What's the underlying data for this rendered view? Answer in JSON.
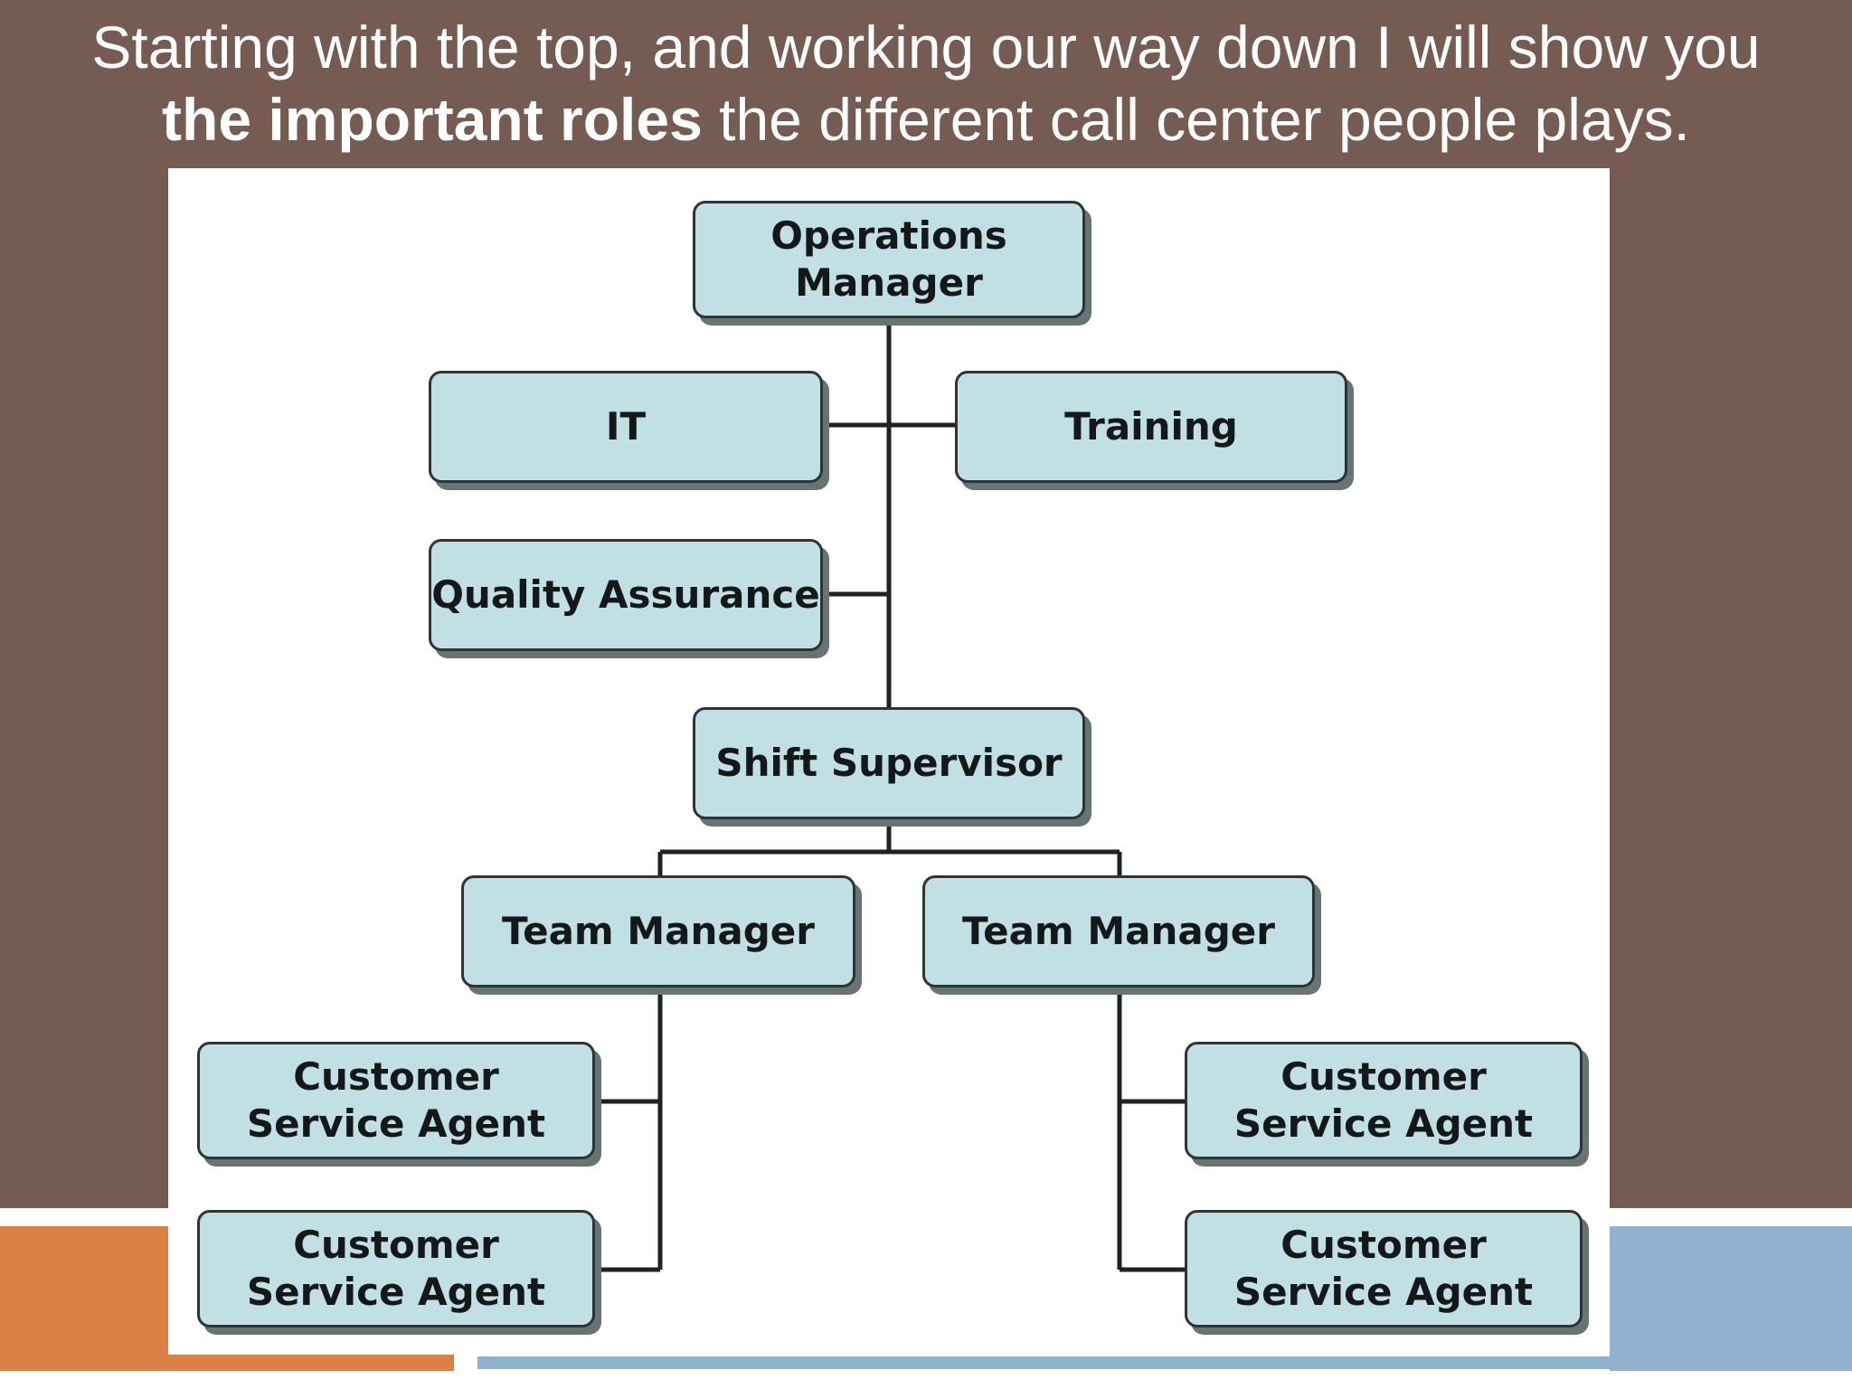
{
  "title": {
    "line1": "Starting with the top, and working our way down I will show you",
    "line2_bold": "the important roles",
    "line2_rest": " the different call center people plays."
  },
  "org_chart": {
    "operations_manager": "Operations Manager",
    "it": "IT",
    "training": "Training",
    "quality_assurance": "Quality Assurance",
    "shift_supervisor": "Shift Supervisor",
    "team_manager_left": "Team Manager",
    "team_manager_right": "Team Manager",
    "agent_left_1": "Customer Service Agent",
    "agent_left_2": "Customer Service Agent",
    "agent_right_1": "Customer Service Agent",
    "agent_right_2": "Customer Service Agent"
  },
  "colors": {
    "background": "#765b52",
    "box_fill": "#c1e0e3",
    "accent_orange": "#dc8145",
    "accent_blue": "#91b2cf"
  }
}
